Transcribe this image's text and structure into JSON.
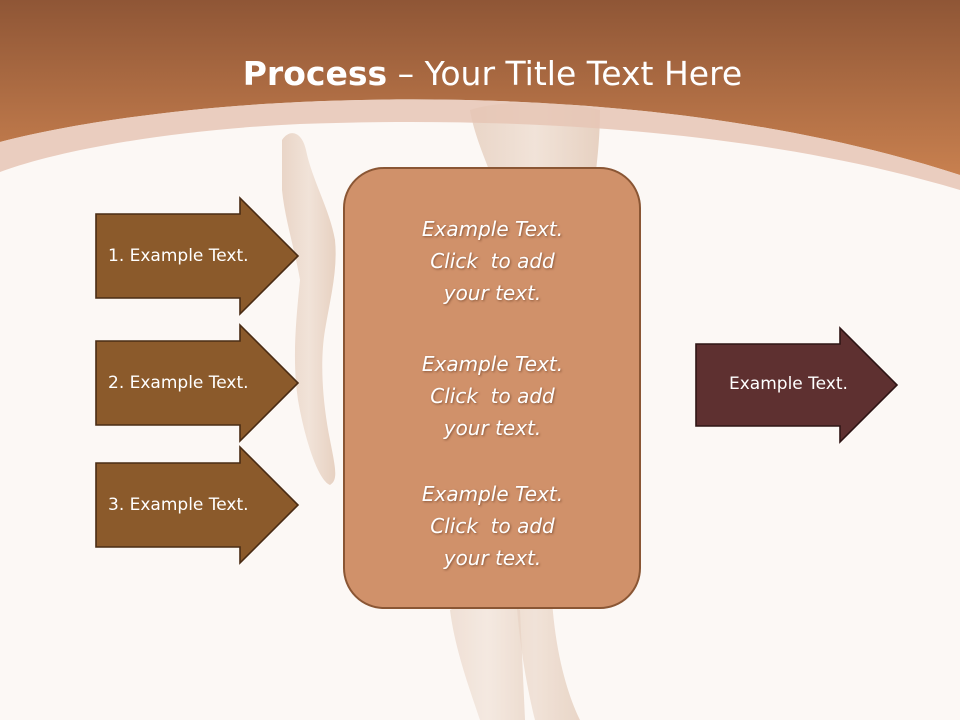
{
  "slide": {
    "title_bold": "Process",
    "title_dash": " – ",
    "title_rest": "Your Title Text Here",
    "arrows": [
      {
        "label": "1. Example Text."
      },
      {
        "label": "2. Example Text."
      },
      {
        "label": "3. Example Text."
      }
    ],
    "center_box": {
      "blocks": [
        {
          "line1": "Example Text.",
          "line2": "Click  to add",
          "line3": "your text."
        },
        {
          "line1": "Example Text.",
          "line2": "Click  to add",
          "line3": "your text."
        },
        {
          "line1": "Example Text.",
          "line2": "Click  to add",
          "line3": "your text."
        }
      ]
    },
    "output_arrow": {
      "label": "Example Text."
    }
  },
  "colors": {
    "header_orange": "#c47b4d",
    "arrow_brown": "#8b5a2b",
    "box_fill": "#d0916a",
    "output_arrow": "#5e3030",
    "background": "#fcf8f5"
  }
}
